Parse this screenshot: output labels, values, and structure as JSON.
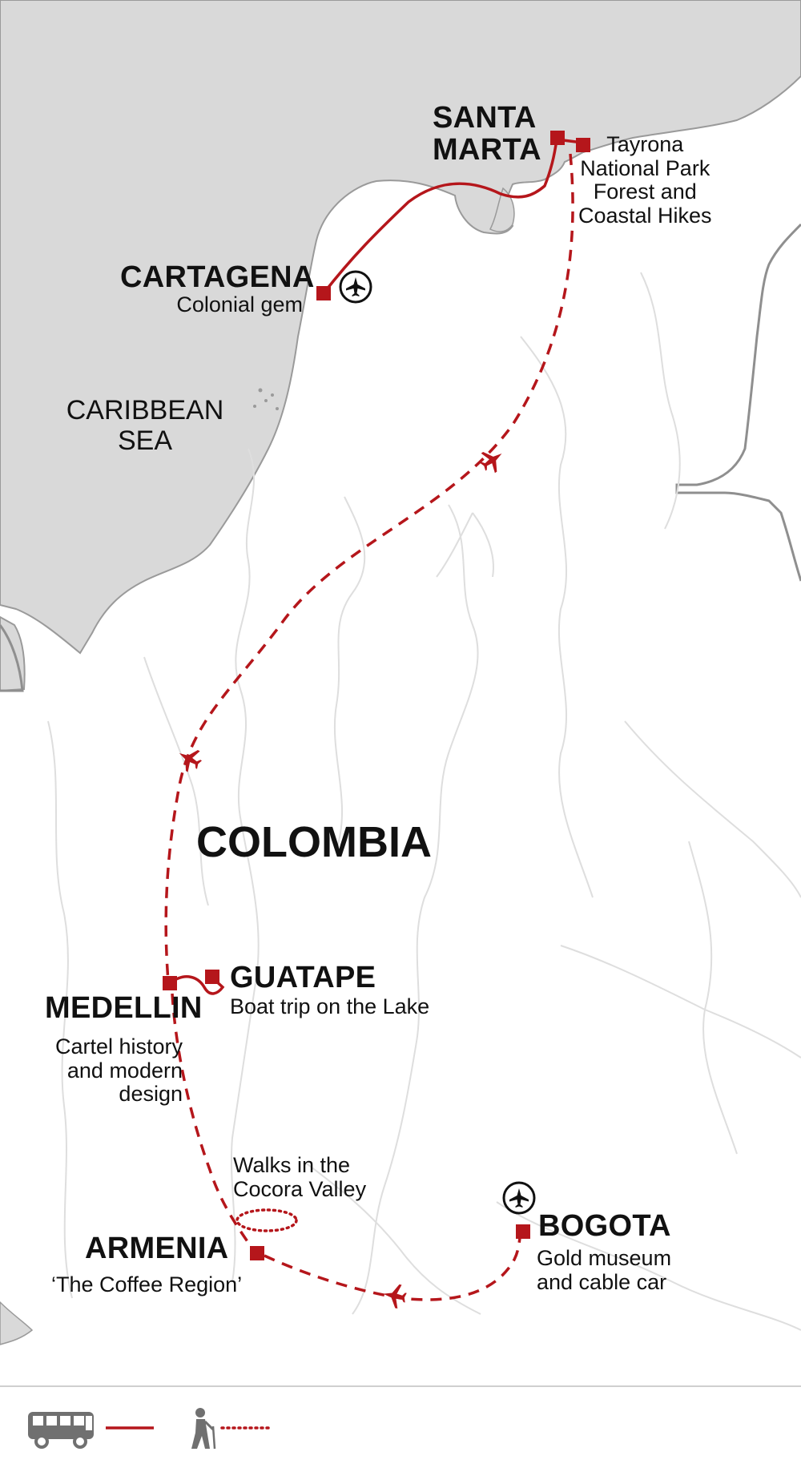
{
  "map": {
    "country_label": "COLOMBIA",
    "sea_label_line1": "CARIBBEAN",
    "sea_label_line2": "SEA",
    "colors": {
      "land": "#ffffff",
      "sea": "#d9d9d9",
      "coastline": "#9a9a9a",
      "rivers": "#dcdcdc",
      "route": "#b5161b",
      "text": "#111111"
    }
  },
  "places": {
    "santa_marta": {
      "name_line1": "SANTA",
      "name_line2": "MARTA"
    },
    "tayrona": {
      "line1": "Tayrona",
      "line2": "National Park",
      "line3": "Forest and",
      "line4": "Coastal Hikes"
    },
    "cartagena": {
      "name": "CARTAGENA",
      "desc": "Colonial gem"
    },
    "guatape": {
      "name": "GUATAPE",
      "desc": "Boat trip on the Lake"
    },
    "medellin": {
      "name": "MEDELLIN",
      "desc_line1": "Cartel history",
      "desc_line2": "and modern",
      "desc_line3": "design"
    },
    "cocora": {
      "line1": "Walks in the",
      "line2": "Cocora Valley"
    },
    "armenia": {
      "name": "ARMENIA",
      "desc": "‘The Coffee Region’"
    },
    "bogota": {
      "name": "BOGOTA",
      "desc_line1": "Gold museum",
      "desc_line2": "and cable car"
    }
  },
  "legend": {
    "items": [
      {
        "icon": "bus-icon",
        "line_style": "solid"
      },
      {
        "icon": "hiker-icon",
        "line_style": "dotted"
      }
    ]
  },
  "icons": {
    "airport": "airport-icon",
    "flight": "airplane-icon",
    "stop": "stop-marker"
  }
}
